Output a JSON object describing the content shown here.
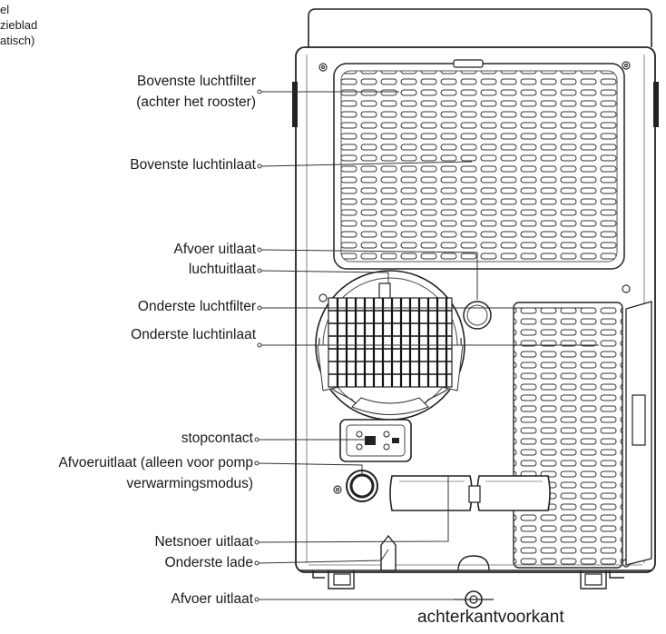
{
  "corner_text": [
    "el",
    "zieblad",
    "atisch)"
  ],
  "labels": {
    "bovenste_luchtfilter_1": "Bovenste luchtfilter",
    "bovenste_luchtfilter_2": "(achter het rooster)",
    "bovenste_luchtinlaat": "Bovenste luchtinlaat",
    "afvoer_uitlaat_top": "Afvoer uitlaat",
    "luchtuitlaat": "luchtuitlaat",
    "onderste_luchtfilter": "Onderste luchtfilter",
    "onderste_luchtinlaat": "Onderste luchtinlaat",
    "stopcontact": "stopcontact",
    "afvoeruitlaat_pomp_1": "Afvoeruitlaat (alleen voor pomp",
    "afvoeruitlaat_pomp_2": "verwarmingsmodus)",
    "netsnoer_uitlaat": "Netsnoer uitlaat",
    "onderste_lade": "Onderste lade",
    "afvoer_uitlaat_bottom": "Afvoer uitlaat"
  },
  "caption": "achterkantvoorkant"
}
